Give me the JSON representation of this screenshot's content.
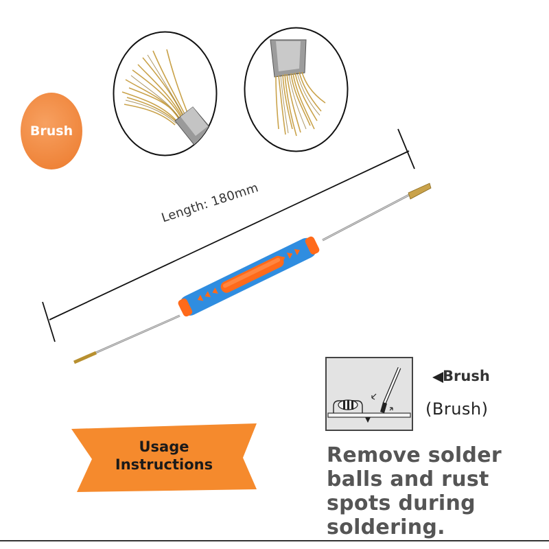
{
  "badge": {
    "label": "Brush",
    "color": "#f0873b"
  },
  "measurement": {
    "label": "Length: 180mm"
  },
  "ribbon": {
    "line1": "Usage",
    "line2": "Instructions",
    "color": "#f58a2d"
  },
  "usage": {
    "brush_label": "Brush",
    "brush_paren_label": "(Brush)",
    "description": "Remove solder balls and rust spots during soldering."
  },
  "colors": {
    "handle_blue": "#2f8de0",
    "handle_orange": "#ff6a1a",
    "bristle_gold": "#c9a24a",
    "text_gray": "#555555"
  }
}
